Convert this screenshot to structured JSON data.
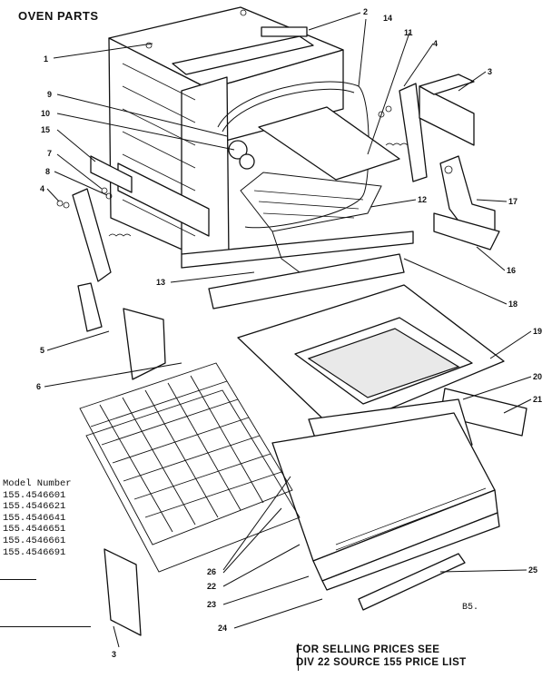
{
  "title": "OVEN PARTS",
  "model_block": {
    "heading": "Model Number",
    "models": [
      "155.4546601",
      "155.4546621",
      "155.4546641",
      "155.4546651",
      "155.4546661",
      "155.4546691"
    ]
  },
  "drawing_code": "B5.",
  "price_note": {
    "line1": "FOR SELLING PRICES SEE",
    "line2": "DIV 22 SOURCE 155 PRICE LIST"
  },
  "callouts": [
    "1",
    "2",
    "14",
    "11",
    "4",
    "3",
    "9",
    "10",
    "15",
    "7",
    "8",
    "4",
    "17",
    "12",
    "16",
    "13",
    "18",
    "5",
    "19",
    "6",
    "20",
    "21",
    "26",
    "22",
    "23",
    "25",
    "24",
    "3"
  ]
}
